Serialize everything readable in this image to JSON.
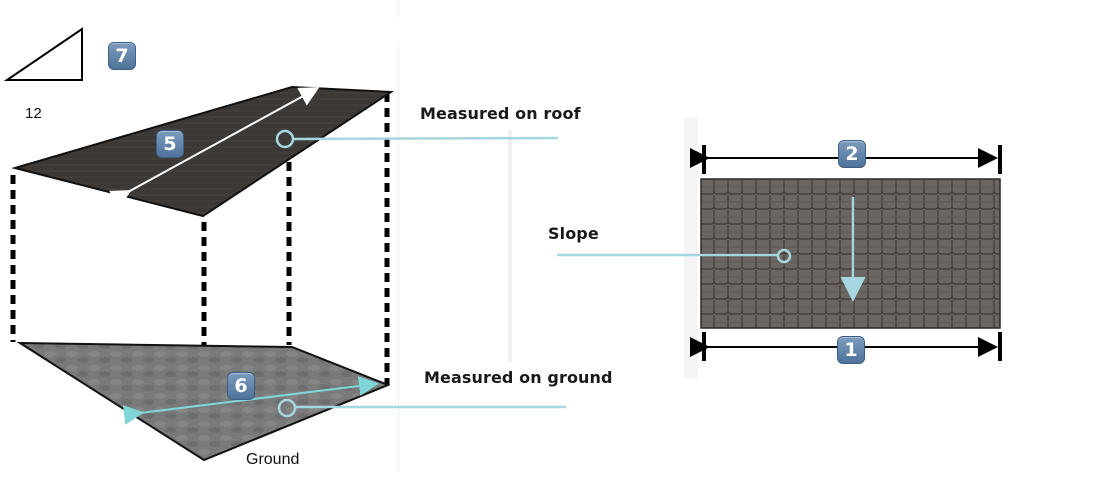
{
  "diagram": {
    "pitch_triangle": {
      "run_label": "12",
      "badge": "7"
    },
    "left_figure": {
      "roof_badge": "5",
      "ground_badge": "6",
      "ground_label": "Ground",
      "callout_roof": "Measured on roof",
      "callout_ground": "Measured on ground"
    },
    "right_figure": {
      "top_badge": "2",
      "bottom_badge": "1",
      "callout_slope": "Slope"
    },
    "colors": {
      "callout_line": "#a6d6e0",
      "ground_arrow": "#7fd6d8",
      "roof_fill": "#3b3835",
      "ground_fill": "#7a7a7a",
      "shingle_fill": "#6b6661",
      "badge": "#5f82a8"
    }
  }
}
